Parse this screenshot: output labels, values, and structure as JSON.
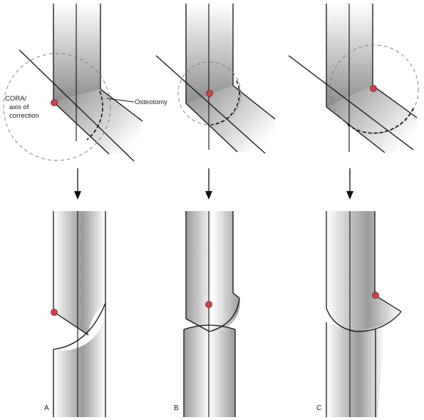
{
  "labels": {
    "cora_line1": "CORA/",
    "cora_line2": "axis of",
    "cora_line3": "correction",
    "osteotomy": "Osteotomy"
  },
  "panels": [
    {
      "letter": "A"
    },
    {
      "letter": "B"
    },
    {
      "letter": "C"
    }
  ],
  "colors": {
    "bone_dark": "#8a8a8a",
    "bone_light": "#ffffff",
    "cora_dot": "#c9434f",
    "line": "#111111"
  }
}
